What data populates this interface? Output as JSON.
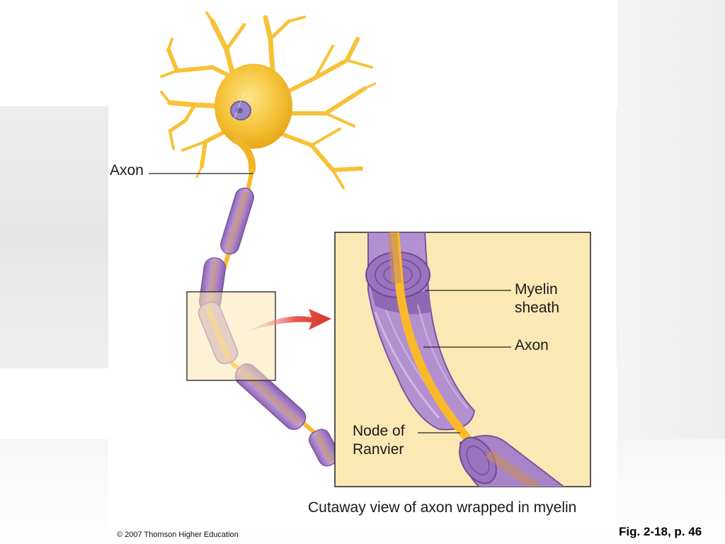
{
  "figure": {
    "labels": {
      "axon_main": "Axon",
      "myelin_sheath_line1": "Myelin",
      "myelin_sheath_line2": "sheath",
      "axon_inset": "Axon",
      "node_line1": "Node of",
      "node_line2": "Ranvier"
    },
    "caption": "Cutaway view of axon wrapped in myelin",
    "copyright": "© 2007 Thomson Higher Education"
  },
  "slide": {
    "figure_reference": "Fig. 2-18, p. 46"
  },
  "colors": {
    "cell_body": "#f5c43a",
    "dendrite": "#f7c238",
    "axon": "#f9b92a",
    "myelin": "#a97fc6",
    "myelin_light": "#c7a9dd",
    "inset_background": "#fbe8b4",
    "arrow": "#e0453b"
  },
  "icons": {
    "neuron": "neuron-illustration",
    "arrow": "zoom-arrow-icon"
  }
}
